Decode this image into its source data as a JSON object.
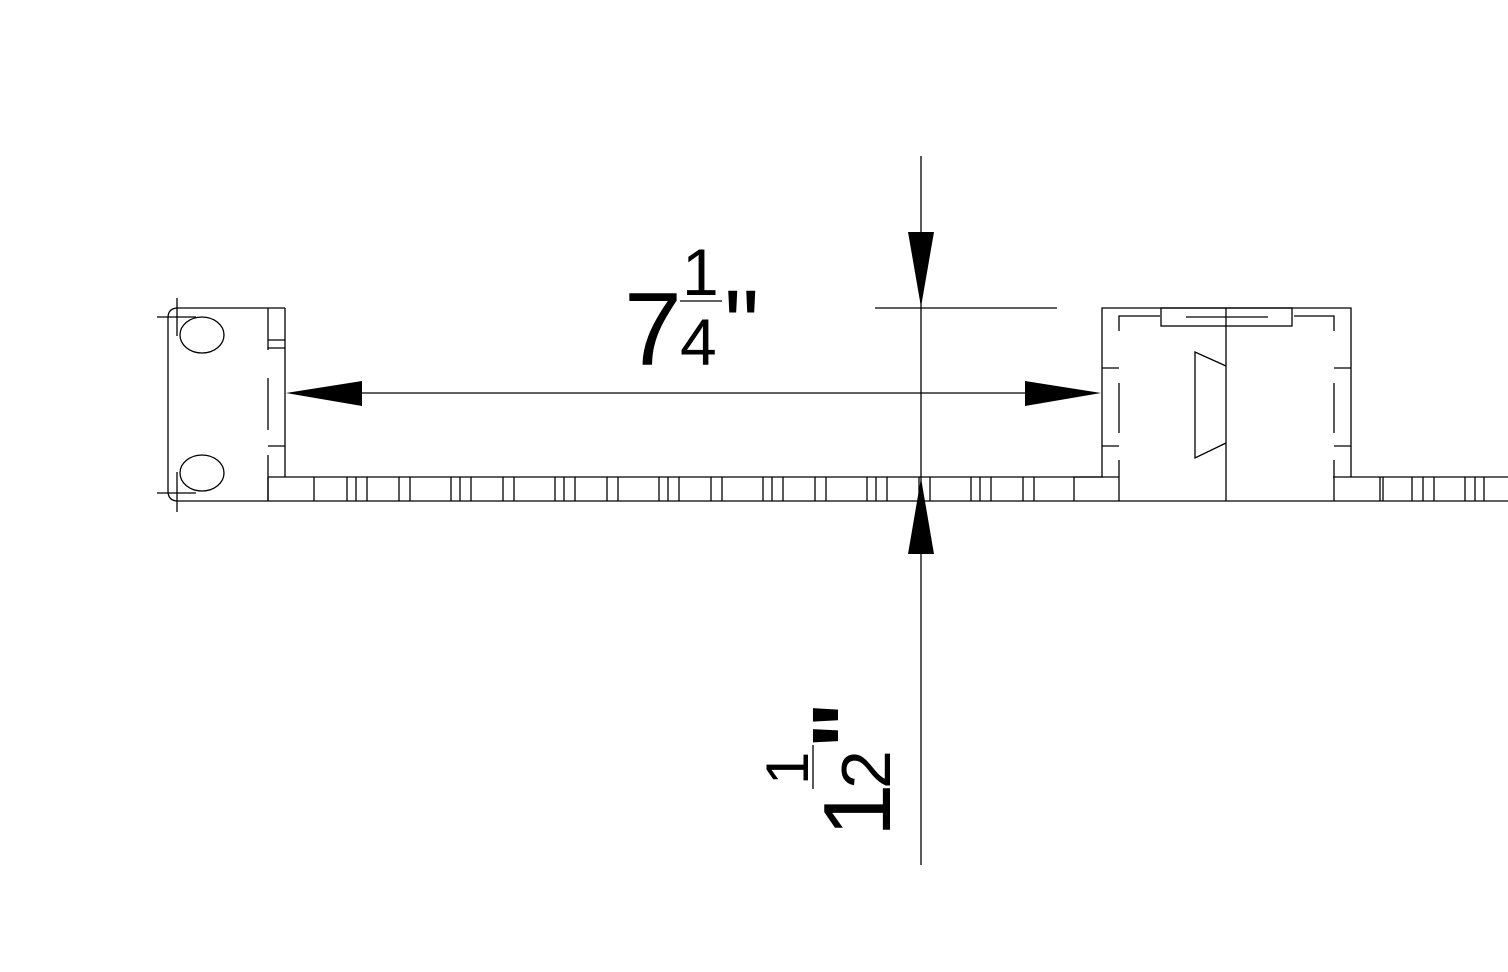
{
  "drawing": {
    "line_color": "#000000",
    "background": "#ffffff",
    "horizontal_dimension": {
      "whole": "7",
      "numerator": "1",
      "denominator": "4",
      "unit": "\""
    },
    "vertical_dimension": {
      "whole": "1",
      "numerator": "1",
      "denominator": "2",
      "unit": "\""
    }
  }
}
